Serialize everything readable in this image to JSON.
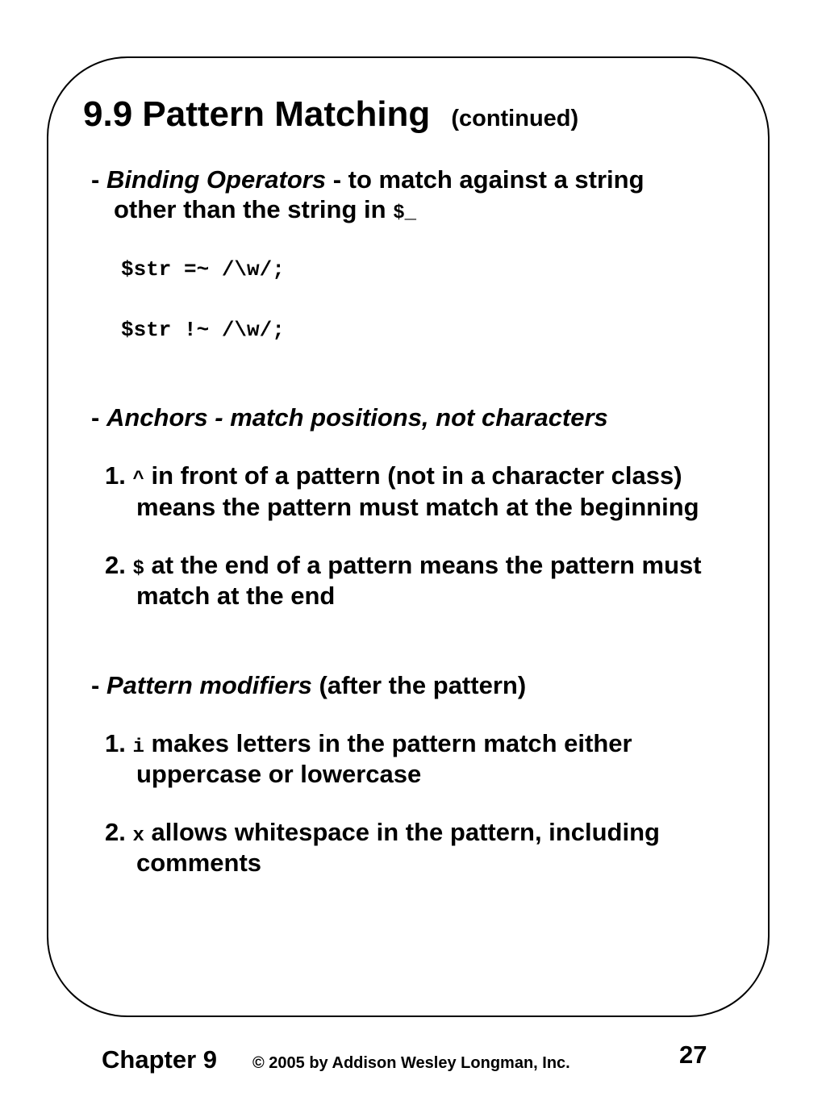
{
  "slide": {
    "title": "9.9 Pattern Matching",
    "title_suffix": "(continued)",
    "binding": {
      "dash": "-",
      "term": "Binding Operators",
      "rest": " - to match against a string",
      "line2_prefix": "other than the string in",
      "line2_code": "$_",
      "code1": "$str =~ /\\w/;",
      "code2": "$str !~ /\\w/;"
    },
    "anchors": {
      "dash": "-",
      "term": "Anchors - match positions, not characters",
      "item1_num": "1.",
      "item1_code": "^",
      "item1_text": "in front of a pattern (not in a character class)",
      "item1_line2": "means the pattern must match at the beginning",
      "item2_num": "2.",
      "item2_code": "$",
      "item2_text": "at the end of a pattern means the pattern must",
      "item2_line2": "match at the end"
    },
    "modifiers": {
      "dash": "-",
      "term": "Pattern modifiers",
      "rest": " (after the pattern)",
      "item1_num": "1.",
      "item1_code": "i",
      "item1_text": "makes letters in the pattern match either",
      "item1_line2": "uppercase or lowercase",
      "item2_num": "2.",
      "item2_code": "x",
      "item2_text": "allows whitespace in the pattern, including",
      "item2_line2": "comments"
    }
  },
  "footer": {
    "chapter": "Chapter 9",
    "copyright": "© 2005 by Addison Wesley Longman, Inc.",
    "page_number": "27"
  }
}
